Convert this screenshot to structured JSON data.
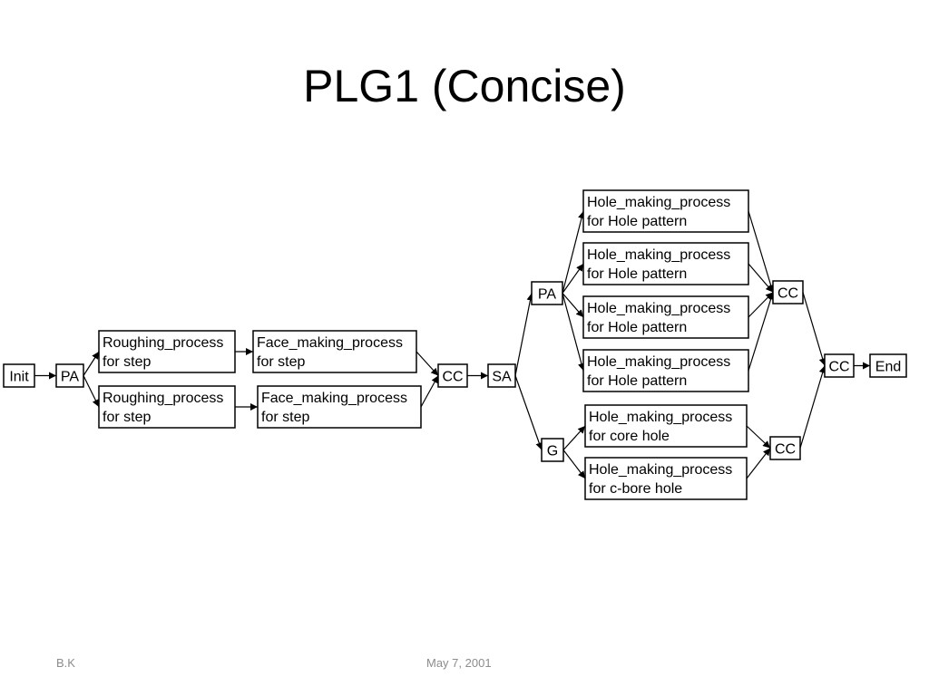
{
  "slide": {
    "title": "PLG1 (Concise)",
    "footer_author": "B.K",
    "footer_date": "May 7, 2001"
  },
  "diagram": {
    "nodes": [
      {
        "id": "init",
        "lines": [
          "Init"
        ]
      },
      {
        "id": "pa1",
        "lines": [
          "PA"
        ]
      },
      {
        "id": "rough1",
        "lines": [
          "Roughing_process",
          "for step"
        ]
      },
      {
        "id": "rough2",
        "lines": [
          "Roughing_process",
          "for step"
        ]
      },
      {
        "id": "face1",
        "lines": [
          "Face_making_process",
          "for step"
        ]
      },
      {
        "id": "face2",
        "lines": [
          "Face_making_process",
          "for step"
        ]
      },
      {
        "id": "cc1",
        "lines": [
          "CC"
        ]
      },
      {
        "id": "sa",
        "lines": [
          "SA"
        ]
      },
      {
        "id": "pa2",
        "lines": [
          "PA"
        ]
      },
      {
        "id": "g",
        "lines": [
          "G"
        ]
      },
      {
        "id": "hole1",
        "lines": [
          "Hole_making_process",
          "for Hole pattern"
        ]
      },
      {
        "id": "hole2",
        "lines": [
          "Hole_making_process",
          "for Hole pattern"
        ]
      },
      {
        "id": "hole3",
        "lines": [
          "Hole_making_process",
          "for Hole pattern"
        ]
      },
      {
        "id": "hole4",
        "lines": [
          "Hole_making_process",
          "for Hole pattern"
        ]
      },
      {
        "id": "core",
        "lines": [
          "Hole_making_process",
          "for core hole"
        ]
      },
      {
        "id": "cbore",
        "lines": [
          "Hole_making_process",
          "for c-bore hole"
        ]
      },
      {
        "id": "cc2",
        "lines": [
          "CC"
        ]
      },
      {
        "id": "cc3",
        "lines": [
          "CC"
        ]
      },
      {
        "id": "cc4",
        "lines": [
          "CC"
        ]
      },
      {
        "id": "end",
        "lines": [
          "End"
        ]
      }
    ],
    "edges": [
      {
        "from": "init",
        "to": "pa1"
      },
      {
        "from": "pa1",
        "to": "rough1"
      },
      {
        "from": "pa1",
        "to": "rough2"
      },
      {
        "from": "rough1",
        "to": "face1"
      },
      {
        "from": "rough2",
        "to": "face2"
      },
      {
        "from": "face1",
        "to": "cc1"
      },
      {
        "from": "face2",
        "to": "cc1"
      },
      {
        "from": "cc1",
        "to": "sa"
      },
      {
        "from": "sa",
        "to": "pa2"
      },
      {
        "from": "sa",
        "to": "g"
      },
      {
        "from": "pa2",
        "to": "hole1"
      },
      {
        "from": "pa2",
        "to": "hole2"
      },
      {
        "from": "pa2",
        "to": "hole3"
      },
      {
        "from": "pa2",
        "to": "hole4"
      },
      {
        "from": "hole1",
        "to": "cc2"
      },
      {
        "from": "hole2",
        "to": "cc2"
      },
      {
        "from": "hole3",
        "to": "cc2"
      },
      {
        "from": "hole4",
        "to": "cc2"
      },
      {
        "from": "g",
        "to": "core"
      },
      {
        "from": "g",
        "to": "cbore"
      },
      {
        "from": "core",
        "to": "cc3"
      },
      {
        "from": "cbore",
        "to": "cc3"
      },
      {
        "from": "cc2",
        "to": "cc4"
      },
      {
        "from": "cc3",
        "to": "cc4"
      },
      {
        "from": "cc4",
        "to": "end"
      }
    ]
  }
}
